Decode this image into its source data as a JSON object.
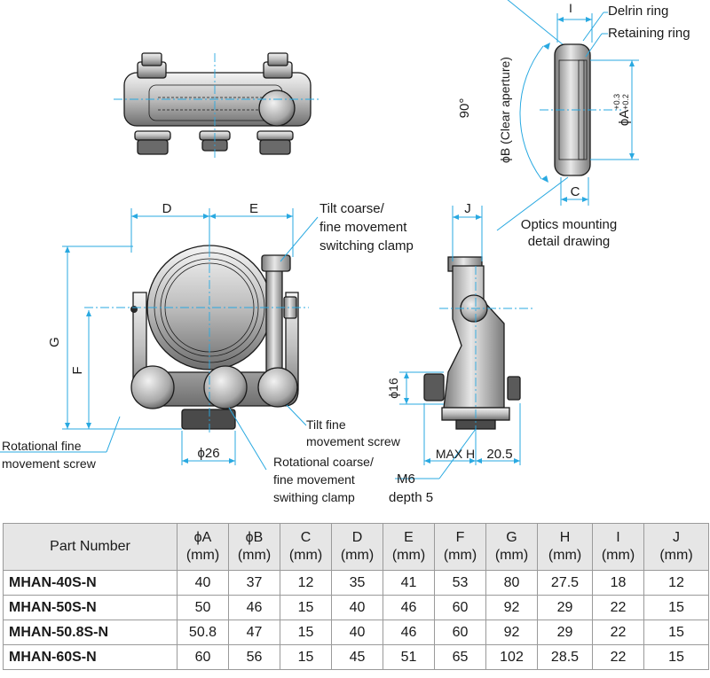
{
  "labels": {
    "dim_I": "I",
    "delrin_ring": "Delrin ring",
    "retaining_ring": "Retaining ring",
    "angle_90": "90°",
    "phi_b_clear": "ϕB (Clear aperture)",
    "phi_a_main": "ϕA",
    "phi_a_tol_plus": "+0.3",
    "phi_a_tol_minus": "+0.2",
    "dim_C": "C",
    "dim_D": "D",
    "dim_E": "E",
    "dim_J": "J",
    "optics_detail_1": "Optics mounting",
    "optics_detail_2": "detail drawing",
    "tilt_clamp_1": "Tilt coarse/",
    "tilt_clamp_2": "fine movement",
    "tilt_clamp_3": "switching clamp",
    "dim_G": "G",
    "dim_F": "F",
    "phi16": "ϕ16",
    "tilt_fine_1": "Tilt fine",
    "tilt_fine_2": "movement screw",
    "rot_fine_1": "Rotational fine",
    "rot_fine_2": "movement screw",
    "phi26": "ϕ26",
    "rot_clamp_1": "Rotational coarse/",
    "rot_clamp_2": "fine movement",
    "rot_clamp_3": "swithing clamp",
    "max_h": "MAX H",
    "dim_20_5": "20.5",
    "m6": "M6",
    "depth5": "depth 5"
  },
  "table": {
    "headers": [
      {
        "name": "Part Number",
        "unit": ""
      },
      {
        "name": "ϕA",
        "unit": "(mm)"
      },
      {
        "name": "ϕB",
        "unit": "(mm)"
      },
      {
        "name": "C",
        "unit": "(mm)"
      },
      {
        "name": "D",
        "unit": "(mm)"
      },
      {
        "name": "E",
        "unit": "(mm)"
      },
      {
        "name": "F",
        "unit": "(mm)"
      },
      {
        "name": "G",
        "unit": "(mm)"
      },
      {
        "name": "H",
        "unit": "(mm)"
      },
      {
        "name": "I",
        "unit": "(mm)"
      },
      {
        "name": "J",
        "unit": "(mm)"
      }
    ],
    "rows": [
      [
        "MHAN-40S-N",
        "40",
        "37",
        "12",
        "35",
        "41",
        "53",
        "80",
        "27.5",
        "18",
        "12"
      ],
      [
        "MHAN-50S-N",
        "50",
        "46",
        "15",
        "40",
        "46",
        "60",
        "92",
        "29",
        "22",
        "15"
      ],
      [
        "MHAN-50.8S-N",
        "50.8",
        "47",
        "15",
        "40",
        "46",
        "60",
        "92",
        "29",
        "22",
        "15"
      ],
      [
        "MHAN-60S-N",
        "60",
        "56",
        "15",
        "45",
        "51",
        "65",
        "102",
        "28.5",
        "22",
        "15"
      ]
    ]
  }
}
